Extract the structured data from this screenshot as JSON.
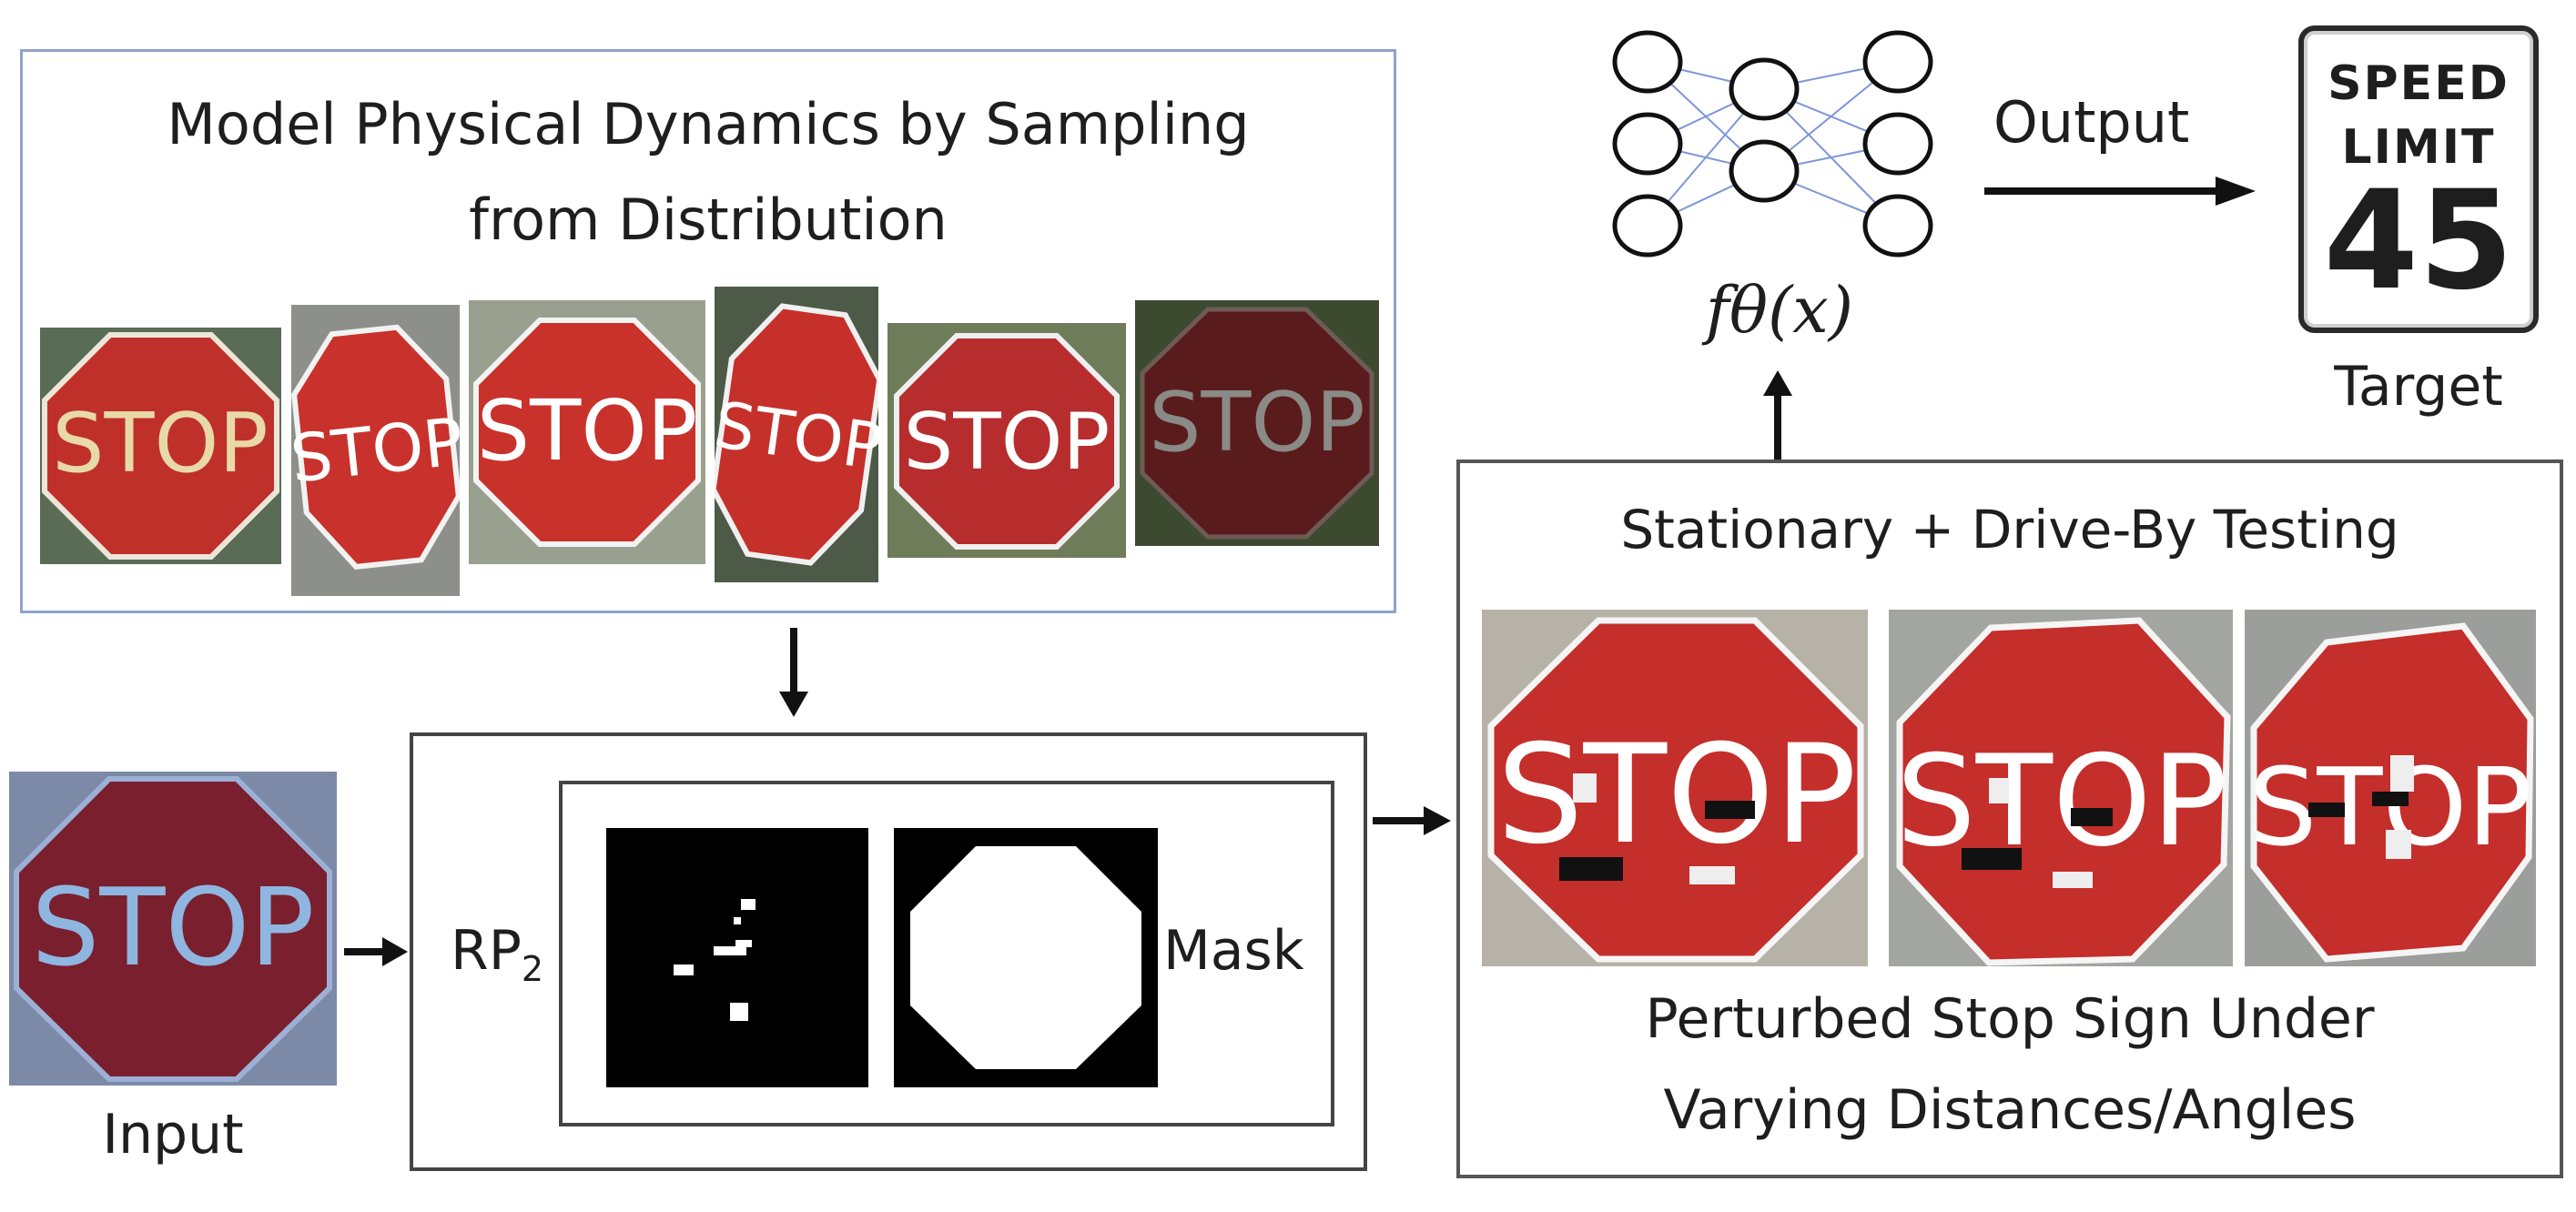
{
  "sampling_panel": {
    "title_line1": "Model Physical Dynamics by Sampling",
    "title_line2": "from Distribution",
    "sign_text": "STOP"
  },
  "input": {
    "label": "Input",
    "sign_text": "STOP"
  },
  "rp2": {
    "label_main": "RP",
    "label_sub": "2",
    "mask_label": "Mask"
  },
  "testing_panel": {
    "title": "Stationary + Drive-By Testing",
    "caption_line1": "Perturbed Stop Sign Under",
    "caption_line2": "Varying Distances/Angles",
    "sign_text": "STOP"
  },
  "classifier": {
    "label": "fθ(x)"
  },
  "output": {
    "label": "Output"
  },
  "target": {
    "label": "Target",
    "sign_line1": "SPEED",
    "sign_line2": "LIMIT",
    "sign_number": "45"
  },
  "colors": {
    "stop_red": "#c0302a",
    "panel_border_blue": "#8fa3c9",
    "box_border": "#444444"
  }
}
